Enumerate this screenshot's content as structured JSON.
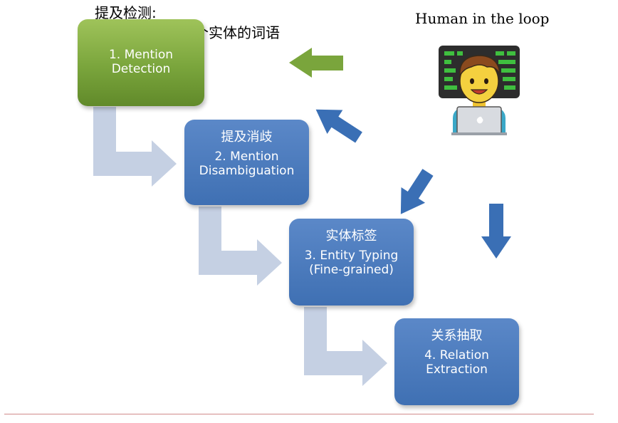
{
  "heading": {
    "line1": "提及检测:",
    "line2": "检测可能指代某个实体的词语"
  },
  "hitl": {
    "label": "Human in the loop",
    "icon": "human-with-laptop-icon"
  },
  "steps": [
    {
      "zh": "",
      "en1": "1. Mention",
      "en2": "Detection",
      "color": "#7aa53c"
    },
    {
      "zh": "提及消歧",
      "en1": "2. Mention",
      "en2": "Disambiguation",
      "color": "#4a7cc0"
    },
    {
      "zh": "实体标签",
      "en1": "3. Entity Typing",
      "en2": "(Fine-grained)",
      "color": "#4a7cc0"
    },
    {
      "zh": "关系抽取",
      "en1": "4. Relation",
      "en2": "Extraction",
      "color": "#4a7cc0"
    }
  ],
  "colors": {
    "flow_arrow": "#c5d0e3",
    "feedback_arrow_green": "#7aa53c",
    "feedback_arrow_blue": "#3a6fb5",
    "divider": "#d08a8a"
  }
}
